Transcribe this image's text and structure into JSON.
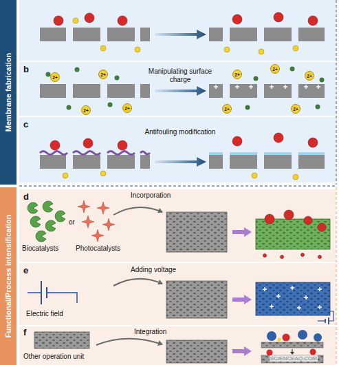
{
  "diagram": {
    "nodes": [
      {
        "text": [
          "Membrane fabrication"
        ]
      },
      {
        "text": [
          "Functional/Process intensification"
        ]
      },
      {
        "text": [
          "b",
          "Manipulating surface charge"
        ]
      },
      {
        "text": [
          "2+"
        ],
        "in": 2
      },
      {
        "text": [
          "2+"
        ],
        "in": 2
      },
      {
        "text": [
          "2+"
        ],
        "in": 2
      },
      {
        "text": [
          "2+"
        ],
        "in": 2
      },
      {
        "text": [
          "2+"
        ],
        "in": 2
      },
      {
        "text": [
          "2+"
        ],
        "in": 2
      },
      {
        "text": [
          "2+"
        ],
        "in": 2
      },
      {
        "text": [
          "2+"
        ],
        "in": 2
      },
      {
        "text": [
          "2+"
        ],
        "in": 2
      },
      {
        "text": [
          "c",
          "Antifouling modification"
        ]
      },
      {
        "text": [
          "d",
          "Biocatalysts",
          "or",
          "Photocatalysts",
          "Incorporation"
        ]
      },
      {
        "text": [
          "e",
          "Adding voltage",
          "Electric field"
        ]
      },
      {
        "text": [
          "f",
          "Integration",
          "Other operation unit"
        ]
      }
    ],
    "labels": [
      "SCIENCEAQ.COM"
    ]
  }
}
